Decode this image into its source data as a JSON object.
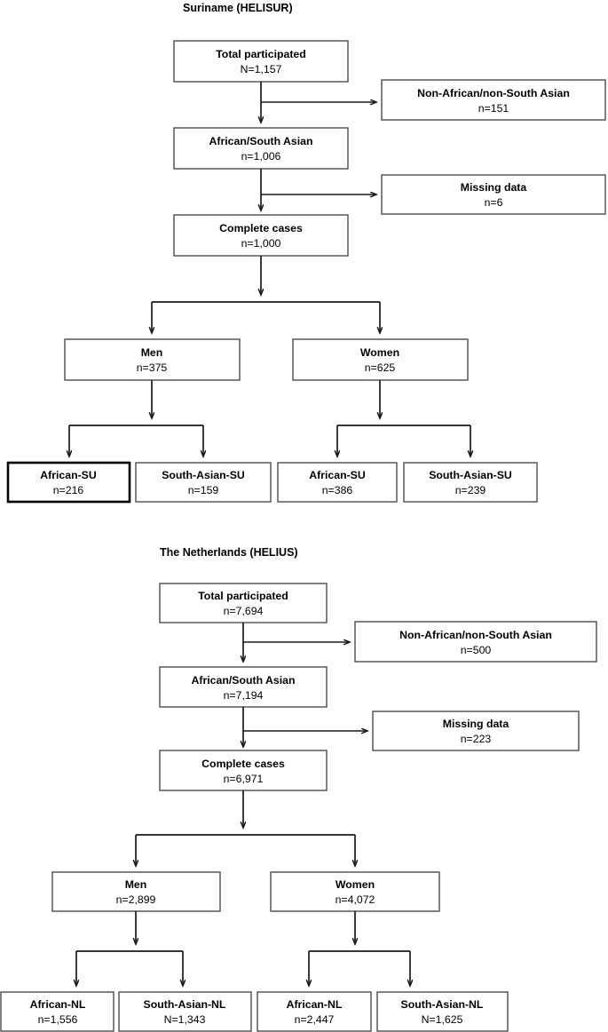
{
  "page": {
    "title": "Study participant flow diagram",
    "background_color": "#ffffff",
    "box_border_color": "#4c4c4c",
    "emphasis_border_color": "#000000",
    "connector_color": "#1a1a1a",
    "text_color": "#000000"
  },
  "charts": [
    {
      "id": "helisur",
      "title": "Suriname (HELISUR)",
      "nodes": {
        "total": {
          "label": "Total participated",
          "count": "N=1,157"
        },
        "eligible": {
          "label": "African/South Asian",
          "count": "n=1,006"
        },
        "excluded_ethnicity": {
          "label": "Non-African/non-South Asian",
          "count": "n=151"
        },
        "excluded_missing": {
          "label": "Missing data",
          "count": "n=6"
        },
        "complete": {
          "label": "Complete cases",
          "count": "n=1,000"
        },
        "men": {
          "label": "Men",
          "count": "n=375"
        },
        "women": {
          "label": "Women",
          "count": "n=625"
        },
        "men_african": {
          "label": "African-SU",
          "count": "n=216",
          "emphasis": true
        },
        "men_south_asian": {
          "label": "South-Asian-SU",
          "count": "n=159"
        },
        "women_african": {
          "label": "African-SU",
          "count": "n=386"
        },
        "women_south_asian": {
          "label": "South-Asian-SU",
          "count": "n=239"
        }
      }
    },
    {
      "id": "helius",
      "title": "The Netherlands (HELIUS)",
      "nodes": {
        "total": {
          "label": "Total participated",
          "count": "n=7,694"
        },
        "eligible": {
          "label": "African/South Asian",
          "count": "n=7,194"
        },
        "excluded_ethnicity": {
          "label": "Non-African/non-South Asian",
          "count": "n=500"
        },
        "excluded_missing": {
          "label": "Missing data",
          "count": "n=223"
        },
        "complete": {
          "label": "Complete cases",
          "count": "n=6,971"
        },
        "men": {
          "label": "Men",
          "count": "n=2,899"
        },
        "women": {
          "label": "Women",
          "count": "n=4,072"
        },
        "men_african": {
          "label": "African-NL",
          "count": "n=1,556"
        },
        "men_south_asian": {
          "label": "South-Asian-NL",
          "count": "N=1,343"
        },
        "women_african": {
          "label": "African-NL",
          "count": "n=2,447"
        },
        "women_south_asian": {
          "label": "South-Asian-NL",
          "count": "N=1,625"
        }
      }
    }
  ]
}
